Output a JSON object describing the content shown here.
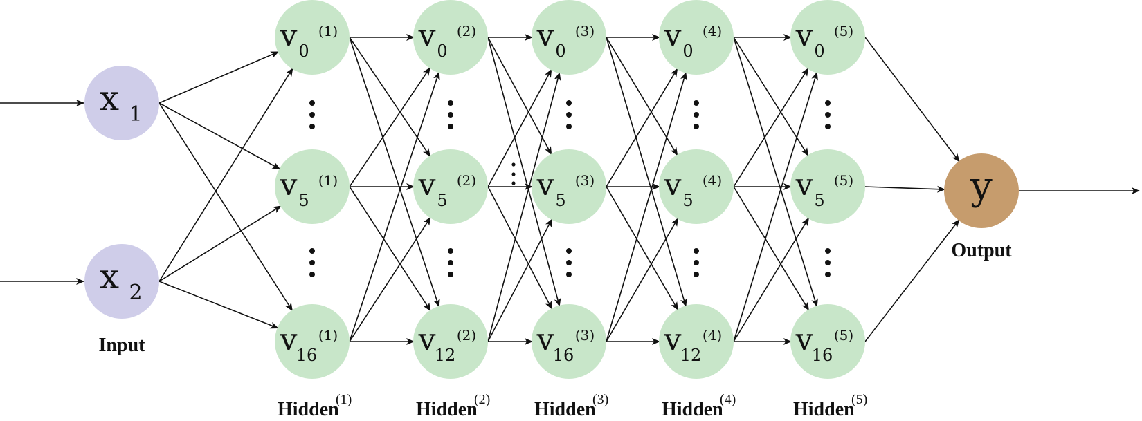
{
  "colors": {
    "input_node": "#cfcde9",
    "hidden_node": "#c8e6c9",
    "output_node": "#c69c6d",
    "edge": "#111111"
  },
  "captions": {
    "input": "Input",
    "output": "Output",
    "hidden": [
      {
        "base": "Hidden",
        "sup": "(1)"
      },
      {
        "base": "Hidden",
        "sup": "(2)"
      },
      {
        "base": "Hidden",
        "sup": "(3)"
      },
      {
        "base": "Hidden",
        "sup": "(4)"
      },
      {
        "base": "Hidden",
        "sup": "(5)"
      }
    ]
  },
  "inputs": [
    {
      "main": "x",
      "sub": "1"
    },
    {
      "main": "x",
      "sub": "2"
    }
  ],
  "output": {
    "main": "y"
  },
  "layers": [
    {
      "sup": "(1)",
      "subs": [
        "0",
        "5",
        "16"
      ]
    },
    {
      "sup": "(2)",
      "subs": [
        "0",
        "5",
        "12"
      ]
    },
    {
      "sup": "(3)",
      "subs": [
        "0",
        "5",
        "16"
      ]
    },
    {
      "sup": "(4)",
      "subs": [
        "0",
        "5",
        "12"
      ]
    },
    {
      "sup": "(5)",
      "subs": [
        "0",
        "5",
        "16"
      ]
    }
  ],
  "hidden_node_letter": "v",
  "ellipsis_icon": "vertical-ellipsis-icon"
}
